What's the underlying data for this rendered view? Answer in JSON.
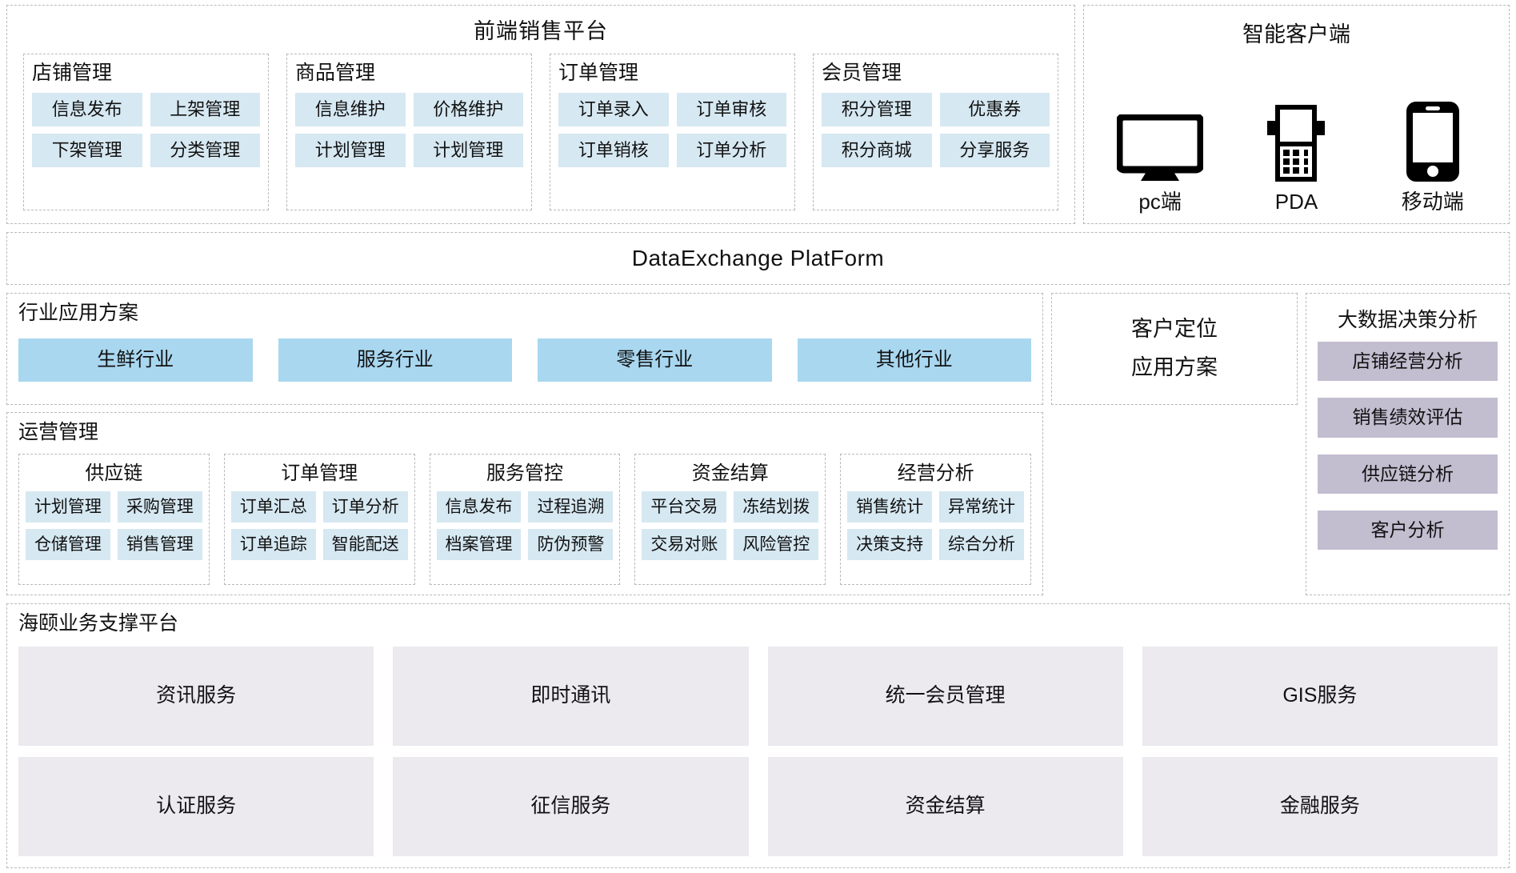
{
  "front_platform": {
    "title": "前端销售平台",
    "groups": [
      {
        "title": "店铺管理",
        "items": [
          "信息发布",
          "上架管理",
          "下架管理",
          "分类管理"
        ]
      },
      {
        "title": "商品管理",
        "items": [
          "信息维护",
          "价格维护",
          "计划管理",
          "计划管理"
        ]
      },
      {
        "title": "订单管理",
        "items": [
          "订单录入",
          "订单审核",
          "订单销核",
          "订单分析"
        ]
      },
      {
        "title": "会员管理",
        "items": [
          "积分管理",
          "优惠券",
          "积分商城",
          "分享服务"
        ]
      }
    ]
  },
  "smart_client": {
    "title": "智能客户端",
    "devices": [
      {
        "icon": "monitor-icon",
        "label": "pc端"
      },
      {
        "icon": "pda-icon",
        "label": "PDA"
      },
      {
        "icon": "mobile-phone-icon",
        "label": "移动端"
      }
    ]
  },
  "data_exchange": {
    "title": "DataExchange  PlatForm"
  },
  "industry": {
    "title": "行业应用方案",
    "items": [
      "生鲜行业",
      "服务行业",
      "零售行业",
      "其他行业"
    ]
  },
  "customer_positioning": {
    "line1": "客户定位",
    "line2": "应用方案"
  },
  "big_data": {
    "title": "大数据决策分析",
    "items": [
      "店铺经营分析",
      "销售绩效评估",
      "供应链分析",
      "客户分析"
    ]
  },
  "operations": {
    "title": "运营管理",
    "groups": [
      {
        "title": "供应链",
        "items": [
          "计划管理",
          "采购管理",
          "仓储管理",
          "销售管理"
        ]
      },
      {
        "title": "订单管理",
        "items": [
          "订单汇总",
          "订单分析",
          "订单追踪",
          "智能配送"
        ]
      },
      {
        "title": "服务管控",
        "items": [
          "信息发布",
          "过程追溯",
          "档案管理",
          "防伪预警"
        ]
      },
      {
        "title": "资金结算",
        "items": [
          "平台交易",
          "冻结划拨",
          "交易对账",
          "风险管控"
        ]
      },
      {
        "title": "经营分析",
        "items": [
          "销售统计",
          "异常统计",
          "决策支持",
          "综合分析"
        ]
      }
    ]
  },
  "support_platform": {
    "title": "海颐业务支撑平台",
    "items": [
      "资讯服务",
      "即时通讯",
      "统一会员管理",
      "GIS服务",
      "认证服务",
      "征信服务",
      "资金结算",
      "金融服务"
    ]
  },
  "colors": {
    "chip_blue": "#d6e8f2",
    "industry_blue": "#a9d7f0",
    "big_data_purple": "#c3bdd0",
    "support_lavender": "#ece9ef",
    "dashed_border": "#b9b9b9"
  }
}
